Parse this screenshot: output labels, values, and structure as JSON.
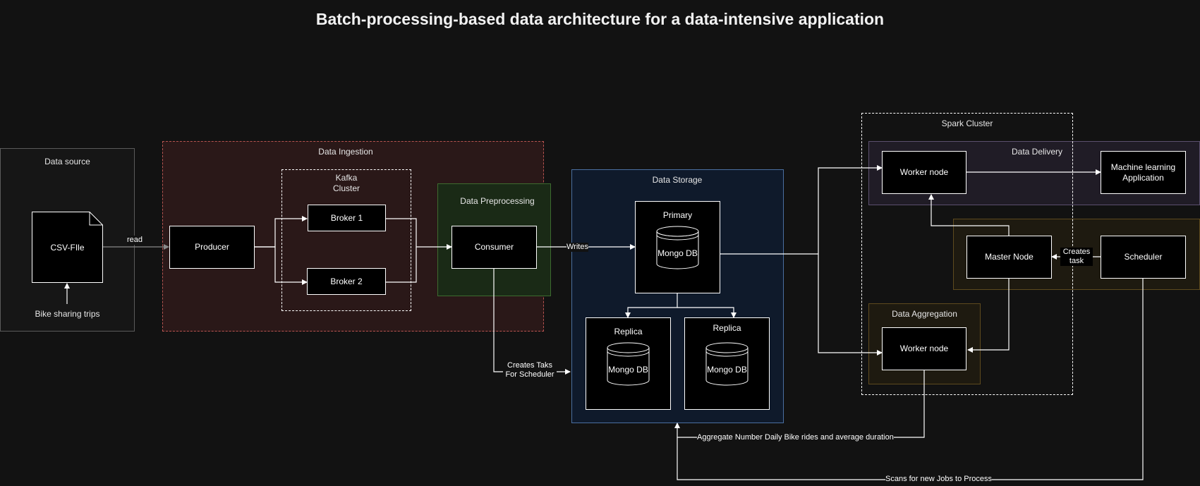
{
  "title": "Batch-processing-based data architecture for a data-intensive application",
  "groups": {
    "data_source": "Data source",
    "data_ingestion": "Data Ingestion",
    "kafka_cluster": "Kafka\nCluster",
    "data_preprocessing": "Data Preprocessing",
    "data_storage": "Data Storage",
    "spark_cluster": "Spark Cluster",
    "data_delivery": "Data Delivery",
    "data_aggregation": "Data Aggregation"
  },
  "nodes": {
    "csv_file": "CSV-FIle",
    "bike_trips": "Bike sharing trips",
    "producer": "Producer",
    "broker1": "Broker 1",
    "broker2": "Broker 2",
    "consumer": "Consumer",
    "primary": "Primary",
    "replica1": "Replica",
    "replica2": "Replica",
    "mongo_primary": "Mongo DB",
    "mongo_replica1": "Mongo DB",
    "mongo_replica2": "Mongo DB",
    "worker_delivery": "Worker node",
    "worker_aggregation": "Worker node",
    "master_node": "Master Node",
    "scheduler": "Scheduler",
    "ml_app": "Machine learning\nApplication"
  },
  "edges": {
    "read": "read",
    "writes": "Writes",
    "creates_task": "Creates\ntask",
    "creates_taks_scheduler": "Creates Taks\nFor Scheduler",
    "aggregate": "Aggregate Number Daily Bike rides and average duration",
    "scans": "Scans for new Jobs to Process"
  },
  "colors": {
    "background": "#121212",
    "ingestion_fill": "#2a1818",
    "ingestion_border": "#b85450",
    "preprocessing_fill": "#1a2a16",
    "preprocessing_border": "#3d6b2f",
    "storage_fill": "#0f1a2b",
    "storage_border": "#4a6fa0",
    "delivery_fill": "#201c26",
    "delivery_border": "#5b4f6e",
    "aggregation_fill": "#1e1a10",
    "aggregation_border": "#5e4a1e"
  }
}
